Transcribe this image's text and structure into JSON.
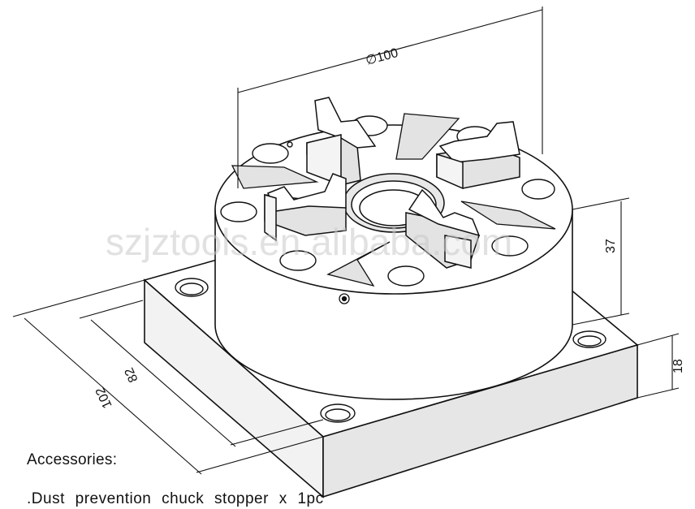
{
  "dimensions": {
    "diameter": "100",
    "chuck_height": "37",
    "base_height": "18",
    "base_inner_width": "82",
    "base_outer_width": "102"
  },
  "watermark": "szjztools.en.alibaba.com",
  "accessories": {
    "heading": "Accessories:",
    "items": [
      ".Dust prevention chuck stopper x 1pc"
    ]
  },
  "colors": {
    "line": "#111111",
    "face_light": "#ffffff",
    "face_shaded": "#e8e8e8",
    "face_dark": "#d6d6d6",
    "watermark": "#c9c9c9"
  }
}
